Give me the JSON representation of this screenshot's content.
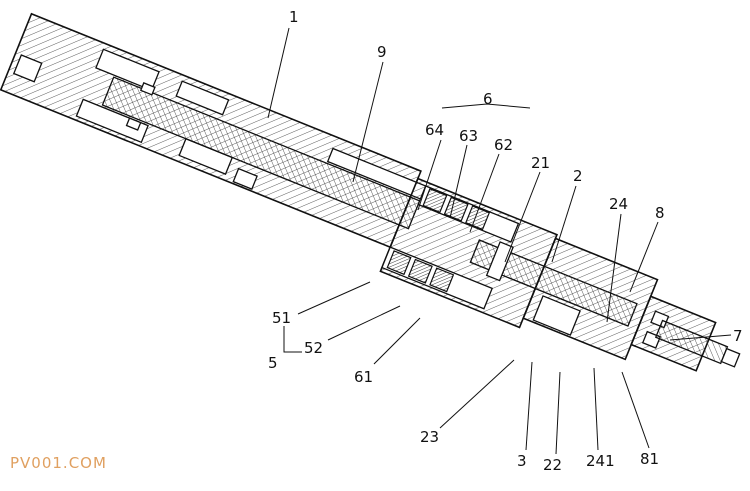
{
  "labels": {
    "l1": "1",
    "l9": "9",
    "l6": "6",
    "l64": "64",
    "l63": "63",
    "l62": "62",
    "l21": "21",
    "l2": "2",
    "l24": "24",
    "l8": "8",
    "l7": "7",
    "l51": "51",
    "l52": "52",
    "l5": "5",
    "l61": "61",
    "l23": "23",
    "l3": "3",
    "l22": "22",
    "l241": "241",
    "l81": "81"
  },
  "watermark": "PV001.COM"
}
